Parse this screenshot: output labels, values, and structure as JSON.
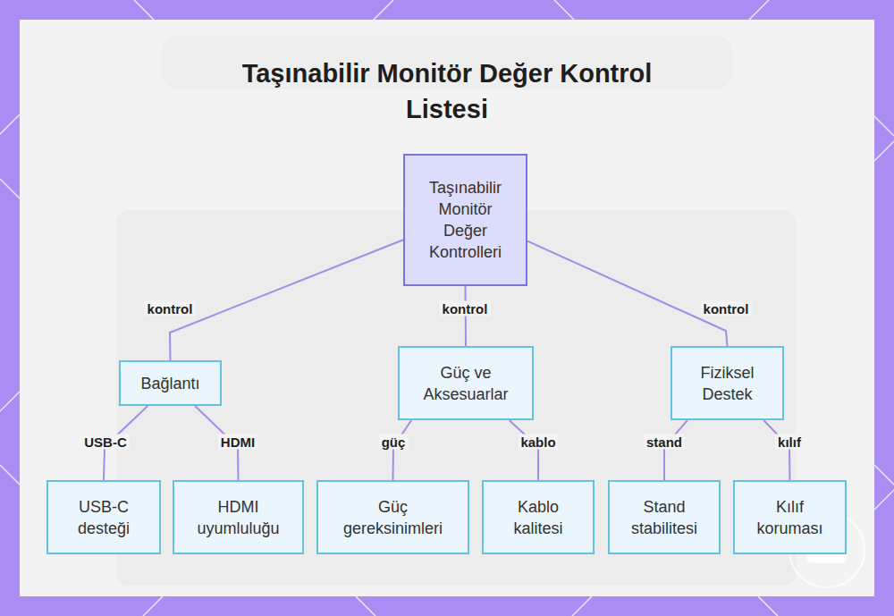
{
  "diagram": {
    "title": "Taşınabilir Monitör Değer Kontrol Listesi",
    "nodes": [
      {
        "text": [
          "Taşınabilir Monitör Değer Kontrolleri"
        ]
      },
      {
        "text": [
          "Bağlantı"
        ]
      },
      {
        "text": [
          "Güç ve Aksesuarlar"
        ]
      },
      {
        "text": [
          "Fiziksel Destek"
        ]
      },
      {
        "text": [
          "USB-C desteği"
        ]
      },
      {
        "text": [
          "HDMI uyumluluğu"
        ]
      },
      {
        "text": [
          "Güç gereksinimleri"
        ]
      },
      {
        "text": [
          "Kablo kalitesi"
        ]
      },
      {
        "text": [
          "Stand stabilitesi"
        ]
      },
      {
        "text": [
          "Kılıf koruması"
        ]
      }
    ],
    "edges": [
      {
        "from": 0,
        "to": 1,
        "label": "kontrol",
        "arrow": "none"
      },
      {
        "from": 0,
        "to": 2,
        "label": "kontrol",
        "arrow": "none"
      },
      {
        "from": 0,
        "to": 3,
        "label": "kontrol",
        "arrow": "none"
      },
      {
        "from": 1,
        "to": 4,
        "label": "USB-C",
        "arrow": "none"
      },
      {
        "from": 1,
        "to": 5,
        "label": "HDMI",
        "arrow": "none"
      },
      {
        "from": 2,
        "to": 6,
        "label": "güç",
        "arrow": "none"
      },
      {
        "from": 2,
        "to": 7,
        "label": "kablo",
        "arrow": "none"
      },
      {
        "from": 3,
        "to": 8,
        "label": "stand",
        "arrow": "none"
      },
      {
        "from": 3,
        "to": 9,
        "label": "kılıf",
        "arrow": "none"
      }
    ]
  }
}
